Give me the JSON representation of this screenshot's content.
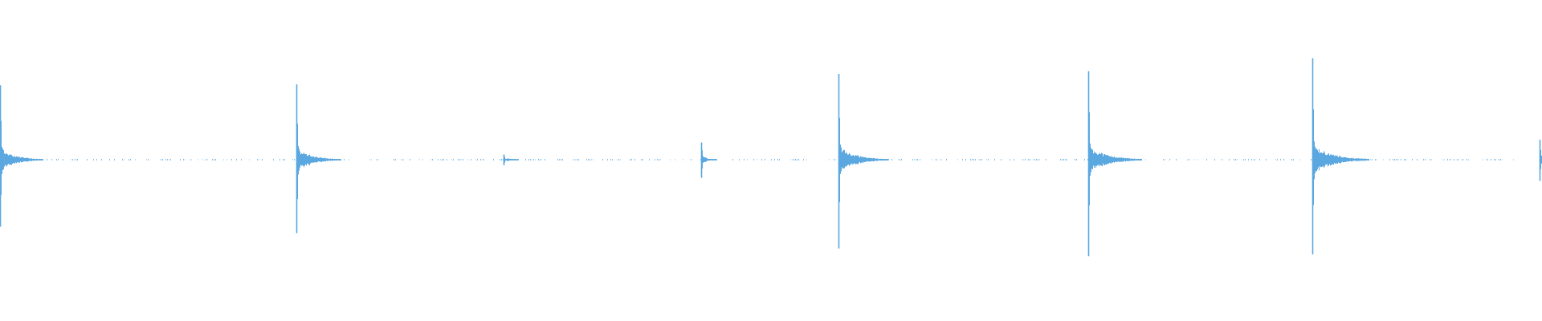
{
  "chart_data": {
    "type": "line",
    "title": "",
    "xlabel": "",
    "ylabel": "",
    "grid": false,
    "legend": "none",
    "ylim": [
      -1,
      1
    ],
    "xlim": [
      0,
      1
    ],
    "color": "#5BA8E0",
    "transients": [
      {
        "x": 0.0,
        "amplitude": 0.78
      },
      {
        "x": 0.192,
        "amplitude": 0.81
      },
      {
        "x": 0.3265,
        "amplitude": 0.06
      },
      {
        "x": 0.4548,
        "amplitude": 0.19
      },
      {
        "x": 0.5437,
        "amplitude": 0.9
      },
      {
        "x": 0.7056,
        "amplitude": 0.97
      },
      {
        "x": 0.8509,
        "amplitude": 1.06
      },
      {
        "x": 0.9985,
        "amplitude": 0.22
      }
    ]
  }
}
